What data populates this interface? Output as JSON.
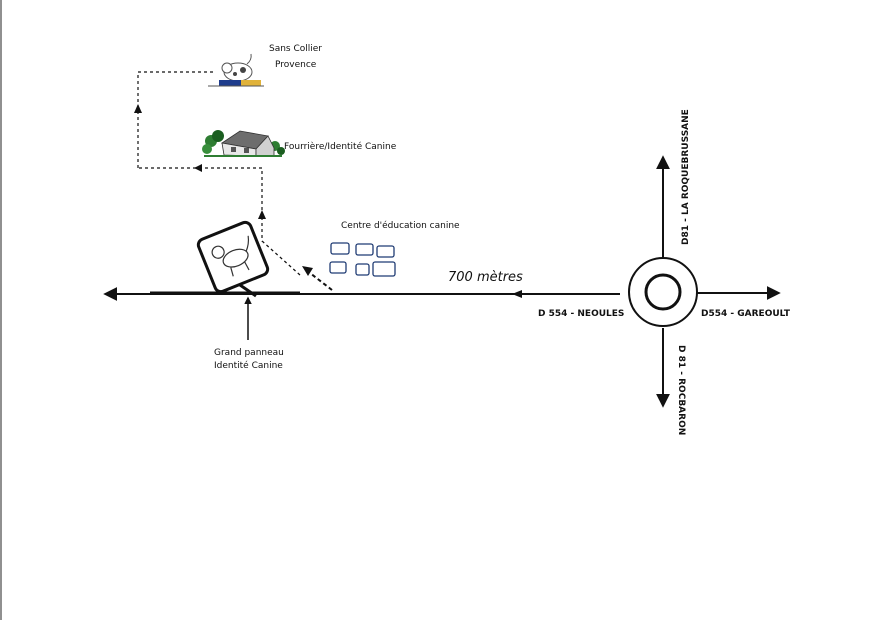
{
  "places": {
    "sans_collier": {
      "line1": "Sans Collier",
      "line2": "Provence"
    },
    "fourriere": "Fourrière/Identité Canine",
    "education": "Centre d'éducation canine",
    "panneau": {
      "line1": "Grand panneau",
      "line2": "Identité Canine"
    }
  },
  "distance": "700 mètres",
  "roads": {
    "west": "D 554 - NEOULES",
    "east": "D554 - GAREOULT",
    "north": "D81 - LA ROQUEBRUSSANE",
    "south": "D 81 - ROCBARON"
  },
  "icons": {
    "dog_sign": "dog-sign-icon",
    "house": "house-icon",
    "kennel": "dog-kennel-icon",
    "buildings": "building-block-icon",
    "roundabout": "roundabout-icon"
  }
}
